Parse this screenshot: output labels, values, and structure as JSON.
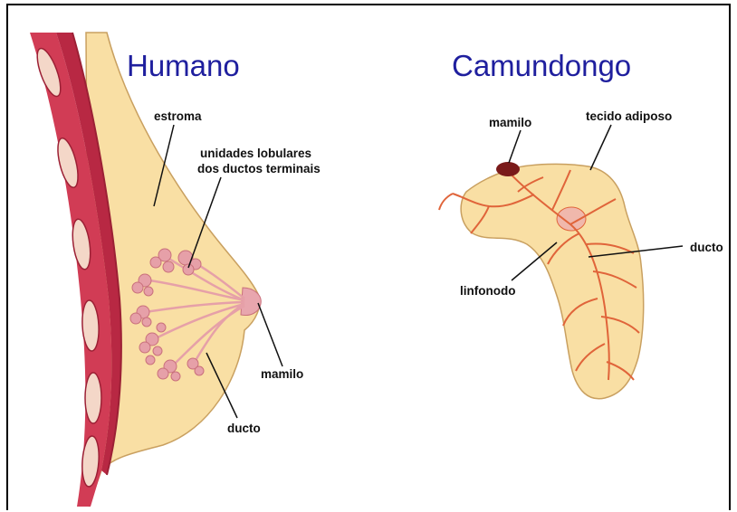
{
  "human": {
    "title": "Humano",
    "labels": {
      "stroma": "estroma",
      "tdlu_line1": "unidades lobulares",
      "tdlu_line2": "dos ductos terminais",
      "nipple": "mamilo",
      "duct": "ducto"
    }
  },
  "mouse": {
    "title": "Camundongo",
    "labels": {
      "nipple": "mamilo",
      "fat_pad": "tecido adiposo",
      "duct": "ducto",
      "lymph_node": "linfonodo"
    }
  },
  "colors": {
    "title": "#1f1f9e",
    "tissue": "#f9dfa4",
    "tissue_outline": "#c9a060",
    "muscle": "#d13c55",
    "muscle_dark": "#9c2035",
    "duct": "#e0643a",
    "lobule": "#e6a0a8",
    "nipple_mouse": "#7a1a1a"
  }
}
